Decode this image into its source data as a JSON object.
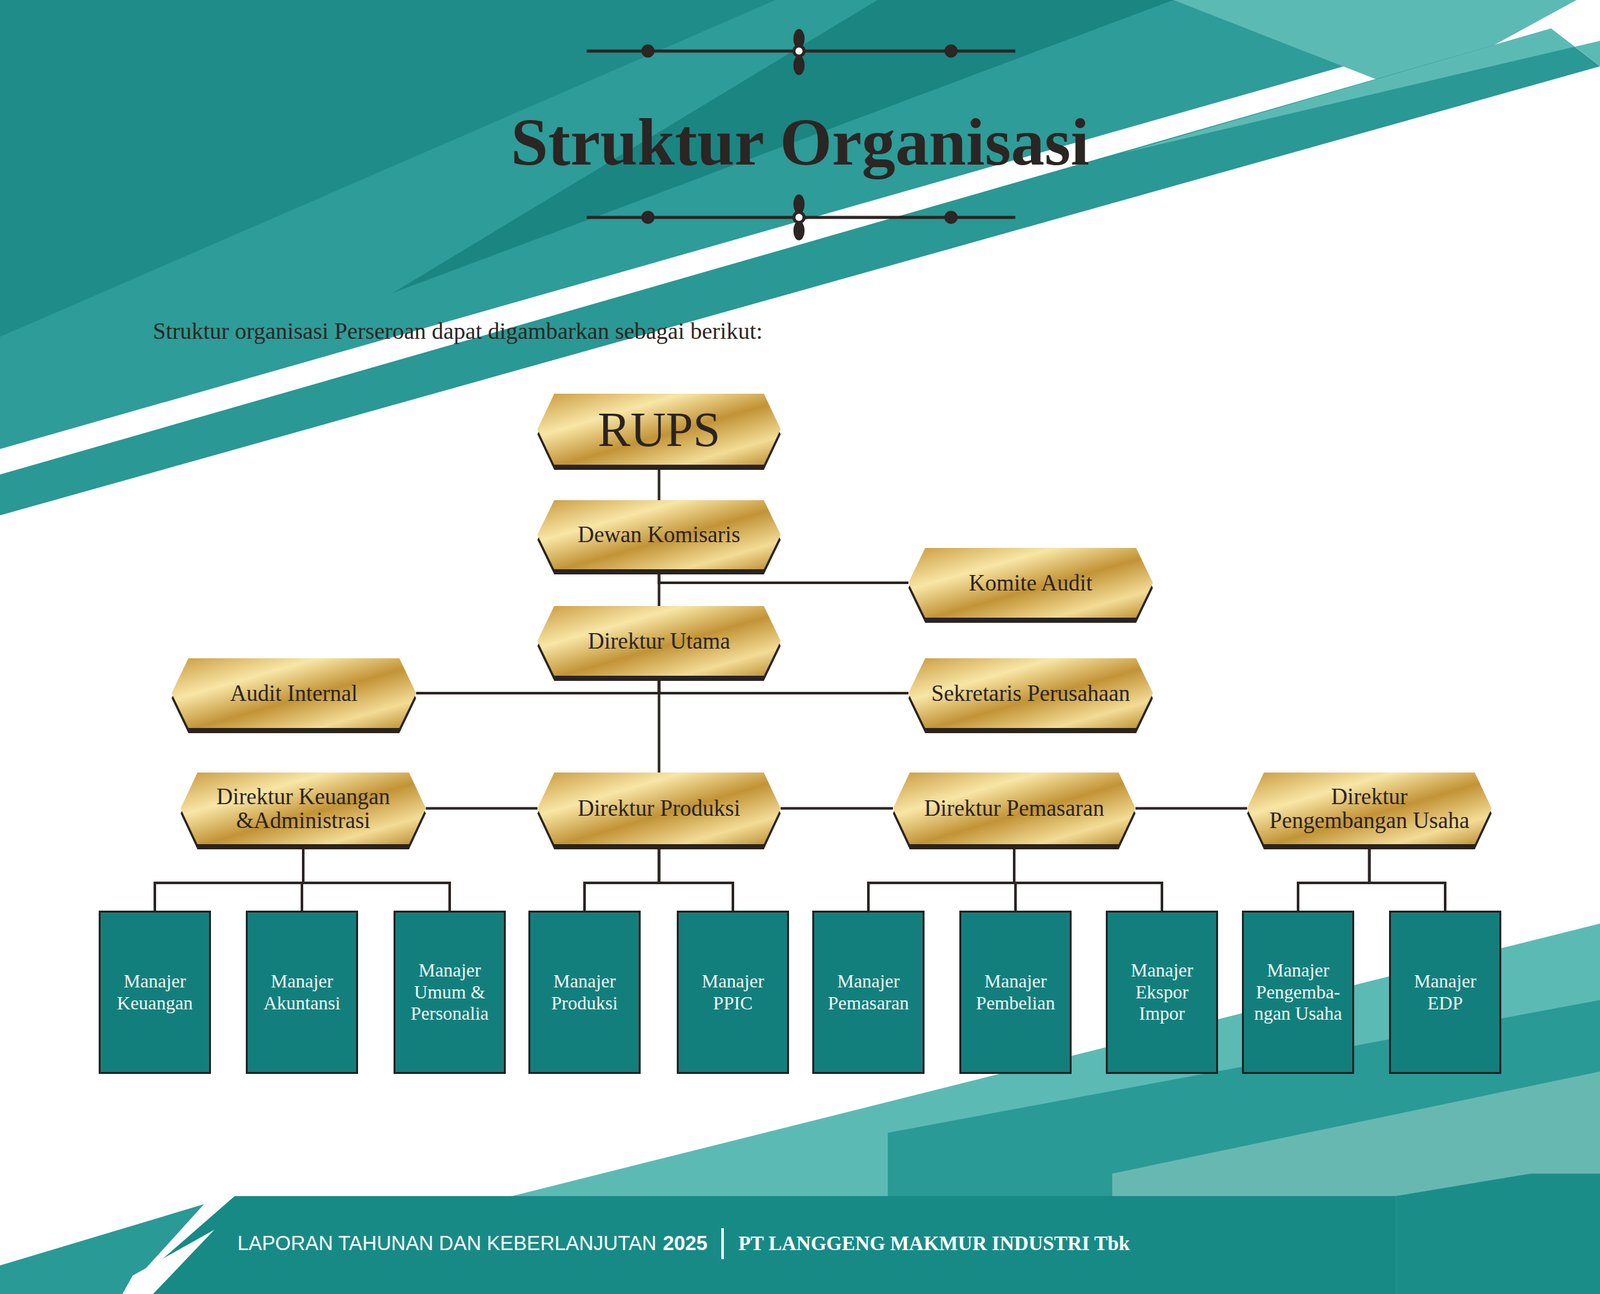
{
  "diagram": {
    "title": "Struktur Organisasi",
    "nodes": [
      {
        "text": [
          "RUPS"
        ]
      },
      {
        "text": [
          "Dewan Komisaris"
        ]
      },
      {
        "text": [
          "Komite Audit"
        ]
      },
      {
        "text": [
          "Direktur Utama"
        ]
      },
      {
        "text": [
          "Audit Internal"
        ]
      },
      {
        "text": [
          "Sekretaris Perusahaan"
        ]
      },
      {
        "text": [
          "Direktur Keuangan &Administrasi"
        ]
      },
      {
        "text": [
          "Direktur Produksi"
        ]
      },
      {
        "text": [
          "Direktur Pemasaran"
        ]
      },
      {
        "text": [
          "Direktur Pengembangan Usaha"
        ]
      },
      {
        "text": [
          "Manajer Keuangan"
        ]
      },
      {
        "text": [
          "Manajer Akuntansi"
        ]
      },
      {
        "text": [
          "Manajer Umum & Personalia"
        ]
      },
      {
        "text": [
          "Manajer Produksi"
        ]
      },
      {
        "text": [
          "Manajer PPIC"
        ]
      },
      {
        "text": [
          "Manajer Pemasaran"
        ]
      },
      {
        "text": [
          "Manajer Pembelian"
        ]
      },
      {
        "text": [
          "Manajer Ekspor Impor"
        ]
      },
      {
        "text": [
          "Manajer Pengemba- ngan Usaha"
        ]
      },
      {
        "text": [
          "Manajer EDP"
        ]
      }
    ],
    "edges": [
      {
        "from": 0,
        "to": 1,
        "arrow": "none"
      },
      {
        "from": 1,
        "to": 3,
        "arrow": "none"
      },
      {
        "from": 1,
        "to": 2,
        "arrow": "none"
      },
      {
        "from": 3,
        "to": 4,
        "arrow": "none"
      },
      {
        "from": 3,
        "to": 5,
        "arrow": "none"
      },
      {
        "from": 3,
        "to": 7,
        "arrow": "none"
      },
      {
        "from": 7,
        "to": 6,
        "arrow": "none"
      },
      {
        "from": 7,
        "to": 8,
        "arrow": "none"
      },
      {
        "from": 8,
        "to": 9,
        "arrow": "none"
      },
      {
        "from": 6,
        "to": 10,
        "arrow": "none"
      },
      {
        "from": 6,
        "to": 11,
        "arrow": "none"
      },
      {
        "from": 6,
        "to": 12,
        "arrow": "none"
      },
      {
        "from": 7,
        "to": 13,
        "arrow": "none"
      },
      {
        "from": 7,
        "to": 14,
        "arrow": "none"
      },
      {
        "from": 8,
        "to": 15,
        "arrow": "none"
      },
      {
        "from": 8,
        "to": 16,
        "arrow": "none"
      },
      {
        "from": 8,
        "to": 17,
        "arrow": "none"
      },
      {
        "from": 9,
        "to": 18,
        "arrow": "none"
      },
      {
        "from": 9,
        "to": 19,
        "arrow": "none"
      }
    ],
    "labels": [
      "Struktur organisasi Perseroan dapat digambarkan sebagai berikut:",
      "LAPORAN TAHUNAN DAN KEBERLANJUTAN",
      "2025",
      "PT LANGGENG MAKMUR INDUSTRI Tbk"
    ]
  }
}
